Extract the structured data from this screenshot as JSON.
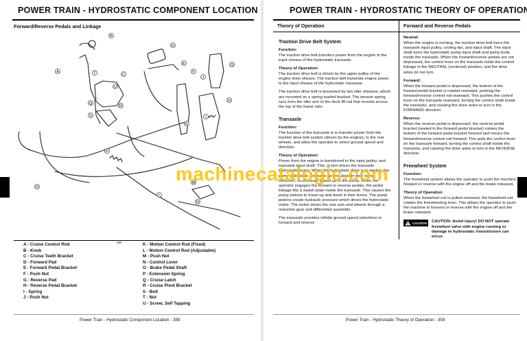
{
  "left": {
    "header": "POWER TRAIN - HYDROSTATIC   COMPONENT LOCATION",
    "section_title": "Forward/Reverse Pedals and Linkage",
    "figure_code": "M/F",
    "callouts": [
      "A",
      "B",
      "C",
      "D",
      "E",
      "F",
      "G",
      "H",
      "I",
      "J",
      "K",
      "L",
      "M",
      "N",
      "O",
      "P",
      "Q",
      "R",
      "S",
      "T",
      "U"
    ],
    "legend_col1": [
      "A - Cruise Control Rod",
      "B - Knob",
      "C - Cruise Teeth Bracket",
      "D - Forward Pad",
      "E - Forward Pedal Bracket",
      "F - Push Nut",
      "G - Reverse Pad",
      "H - Reverse Pedal Bracket",
      "I  - Spring",
      "J - Push Nut"
    ],
    "legend_col2": [
      "K - Motion Control Rod (Fixed)",
      "L - Motion Control Rod (Adjustable)",
      "M - Push Nut",
      "N - Control Lever",
      "O - Brake Pedal Shaft",
      "P - Extension Spring",
      "Q - Cruise Latch",
      "R - Cruise Pivot Bracket",
      "S - Bolt",
      "T - Nut",
      "U - Screw, Self Tapping"
    ],
    "footer": "Power Train - Hydrostatic   Component Location - 358"
  },
  "right": {
    "header": "POWER TRAIN - HYDROSTATIC   THEORY OF OPERATION",
    "col1": {
      "title": "Theory of Operation",
      "traction_heading": "Traction Drive Belt System",
      "function_label": "Function:",
      "traction_function": "The traction drive belt transfers power from the engine to the input sheave of the hydrostatic transaxle.",
      "theory_label": "Theory of Operation:",
      "traction_theory_1": "The traction drive belt is driven by the upper pulley of the engine drive sheave. The traction belt transmits engine power to the input sheave of the hydrostatic transaxle.",
      "traction_theory_2": "The traction drive belt is tensioned by two idler sheaves, which are mounted on a spring loaded bracket. The tension spring runs from the idler arm to the deck lift rod that mounts across the top of the frame rails.",
      "transaxle_heading": "Transaxle",
      "transaxle_function": "The function of the transaxle is to transfer power from the traction drive belt system (driven by the engine), to the rear wheels, and allow the operator to select ground speed and direction.",
      "transaxle_theory_1": "Power from the engine is transferred to the input pulley, and transaxle input shaft. This, in turn drives the transaxle hydrostatic pump. When the hydrostatic drive is in neutral, the pump pistons do not move up and down in their bores, therefore, no pressure is built up in the pump. When the operator engages the forward or reverse pedals, the pedal linkage tilts a swash plate inside the transaxle. This causes the pump pistons to travel up and down in their bores. The pump pistons create hydraulic pressure which drives the hydrostatic motor. The motor drives the rear axle and wheels through a reduction gear and differential assembly.",
      "transaxle_theory_2": "The transaxle provides infinite ground speed selections in forward and reverse."
    },
    "col2": {
      "title": "Forward and Reverse Pedals",
      "neutral_label": "Neutral:",
      "neutral_text": "When the engine is running, the traction drive belt turns the transaxle input pulley, cooling fan, and input shaft. The input shaft turns the hydrostatic pump input shaft and pump body inside the transaxle. When the forward/reverse pedals are not depressed, the control lever on the transaxle holds the control linkage in the NEUTRAL (centered) position, and the drive axles do not turn.",
      "forward_label": "Forward:",
      "forward_text": "When the forward pedal is depressed, the bottom of the forward pedal bracket is rotated rearward, pushing the forward/reverse control rod rearward. This pushes the control lever on the transaxle rearward, turning the control shaft inside the transaxle, and causing the drive axles to turn in the FORWARD direction.",
      "reverse_label": "Reverse:",
      "reverse_text": "When the reverse pedal is depressed, the reverse pedal bracket (seated in the forward pedal bracket) rotates the bottom of the forward pedal bracket forward and moves the forward/reverse control rod forward. This pulls the control lever on the transaxle forward, turning the control shaft inside the transaxle, and causing the drive axles to turn in the REVERSE direction.",
      "freewheel_heading": "Freewheel System",
      "function_label": "Function:",
      "freewheel_function": "The freewheel system allows the operator to push the machine forward or reverse with the engine off and the brake released.",
      "theory_label": "Theory of Operation:",
      "freewheel_theory": "When the freewheel rod is pulled rearward, the freewheel rod rotates the freewheeling lever. This allows the operator to push the machine in forward or reverse with the engine off and the brake released.",
      "caution_badge": "CAUTION",
      "caution_text": "CAUTION: Avoid injury! DO NOT operate freewheel valve with engine running or damage to hydrostatic transmission can occur."
    },
    "footer": "Power Train - Hydrostatic   Theory of Operation - 359"
  },
  "watermark": "machinecatalogic.com",
  "colors": {
    "watermark": "#ffc200",
    "tab": "#000000",
    "text": "#111111"
  }
}
